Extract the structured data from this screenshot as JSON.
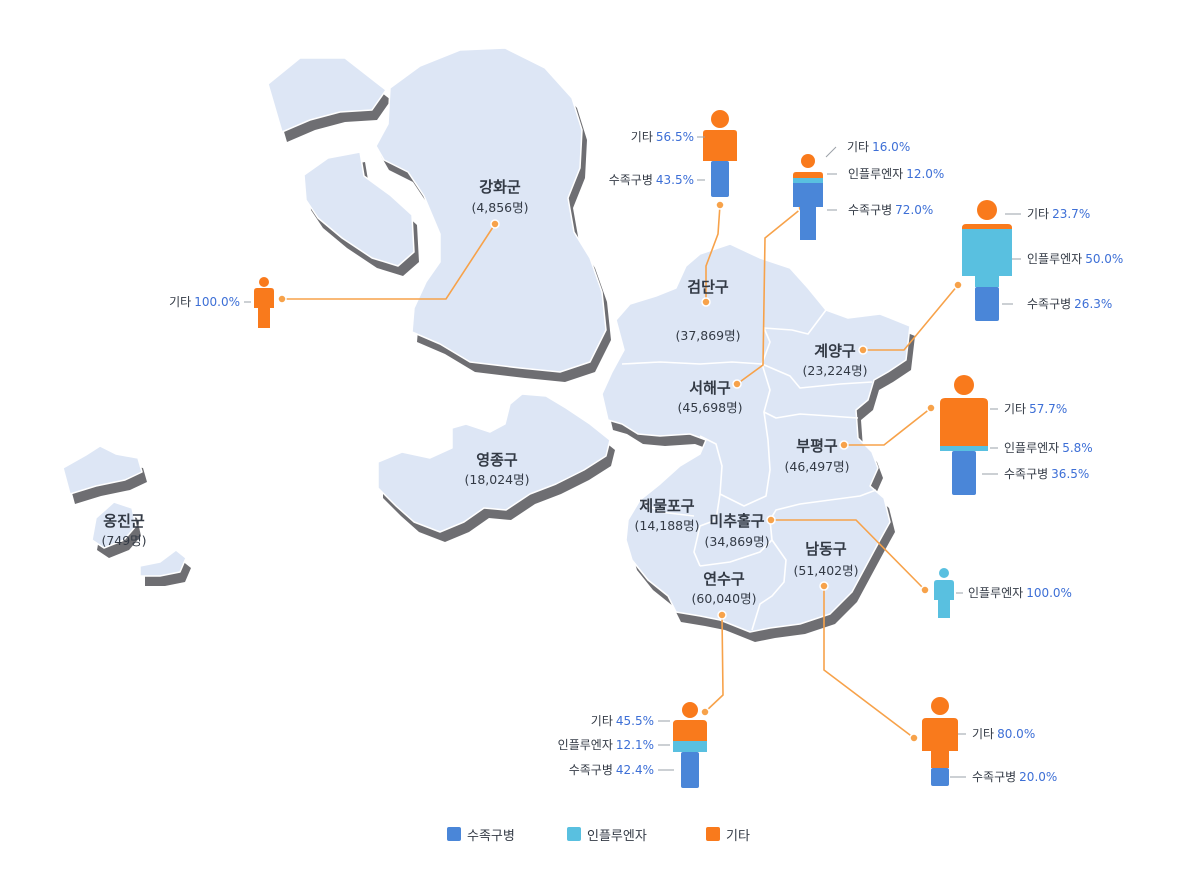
{
  "colors": {
    "disease": "#4a86d8",
    "flu": "#59c0e0",
    "other": "#f97a1c",
    "land": "#dde6f5",
    "shadow": "#6e6e72",
    "line": "#f7a24a"
  },
  "categories": [
    "수족구병",
    "인플루엔자",
    "기타"
  ],
  "districts": [
    {
      "id": "ganghwa",
      "name": "강화군",
      "count": "(4,856명)"
    },
    {
      "id": "geomdan",
      "name": "검단구",
      "count": "(37,869명)"
    },
    {
      "id": "gyeyang",
      "name": "계양구",
      "count": "(23,224명)"
    },
    {
      "id": "seohae",
      "name": "서해구",
      "count": "(45,698명)"
    },
    {
      "id": "yeongjong",
      "name": "영종구",
      "count": "(18,024명)"
    },
    {
      "id": "bupyeong",
      "name": "부평구",
      "count": "(46,497명)"
    },
    {
      "id": "jemulpo",
      "name": "제물포구",
      "count": "(14,188명)"
    },
    {
      "id": "michuhol",
      "name": "미추홀구",
      "count": "(34,869명)"
    },
    {
      "id": "namdong",
      "name": "남동구",
      "count": "(51,402명)"
    },
    {
      "id": "yeonsu",
      "name": "연수구",
      "count": "(60,040명)"
    },
    {
      "id": "ongjin",
      "name": "옹진군",
      "count": "(749명)"
    }
  ],
  "breakdowns": {
    "ganghwa": [
      {
        "name": "기타",
        "pct": "100.0%"
      }
    ],
    "geomdan": [
      {
        "name": "기타",
        "pct": "56.5%"
      },
      {
        "name": "수족구병",
        "pct": "43.5%"
      }
    ],
    "seohae": [
      {
        "name": "기타",
        "pct": "16.0%"
      },
      {
        "name": "인플루엔자",
        "pct": "12.0%"
      },
      {
        "name": "수족구병",
        "pct": "72.0%"
      }
    ],
    "gyeyang": [
      {
        "name": "기타",
        "pct": "23.7%"
      },
      {
        "name": "인플루엔자",
        "pct": "50.0%"
      },
      {
        "name": "수족구병",
        "pct": "26.3%"
      }
    ],
    "bupyeong": [
      {
        "name": "기타",
        "pct": "57.7%"
      },
      {
        "name": "인플루엔자",
        "pct": "5.8%"
      },
      {
        "name": "수족구병",
        "pct": "36.5%"
      }
    ],
    "michuhol": [
      {
        "name": "인플루엔자",
        "pct": "100.0%"
      }
    ],
    "yeonsu": [
      {
        "name": "기타",
        "pct": "45.5%"
      },
      {
        "name": "인플루엔자",
        "pct": "12.1%"
      },
      {
        "name": "수족구병",
        "pct": "42.4%"
      }
    ],
    "namdong": [
      {
        "name": "기타",
        "pct": "80.0%"
      },
      {
        "name": "수족구병",
        "pct": "20.0%"
      }
    ]
  },
  "legend": [
    {
      "label": "수족구병",
      "color": "#4a86d8"
    },
    {
      "label": "인플루엔자",
      "color": "#59c0e0"
    },
    {
      "label": "기타",
      "color": "#f97a1c"
    }
  ]
}
